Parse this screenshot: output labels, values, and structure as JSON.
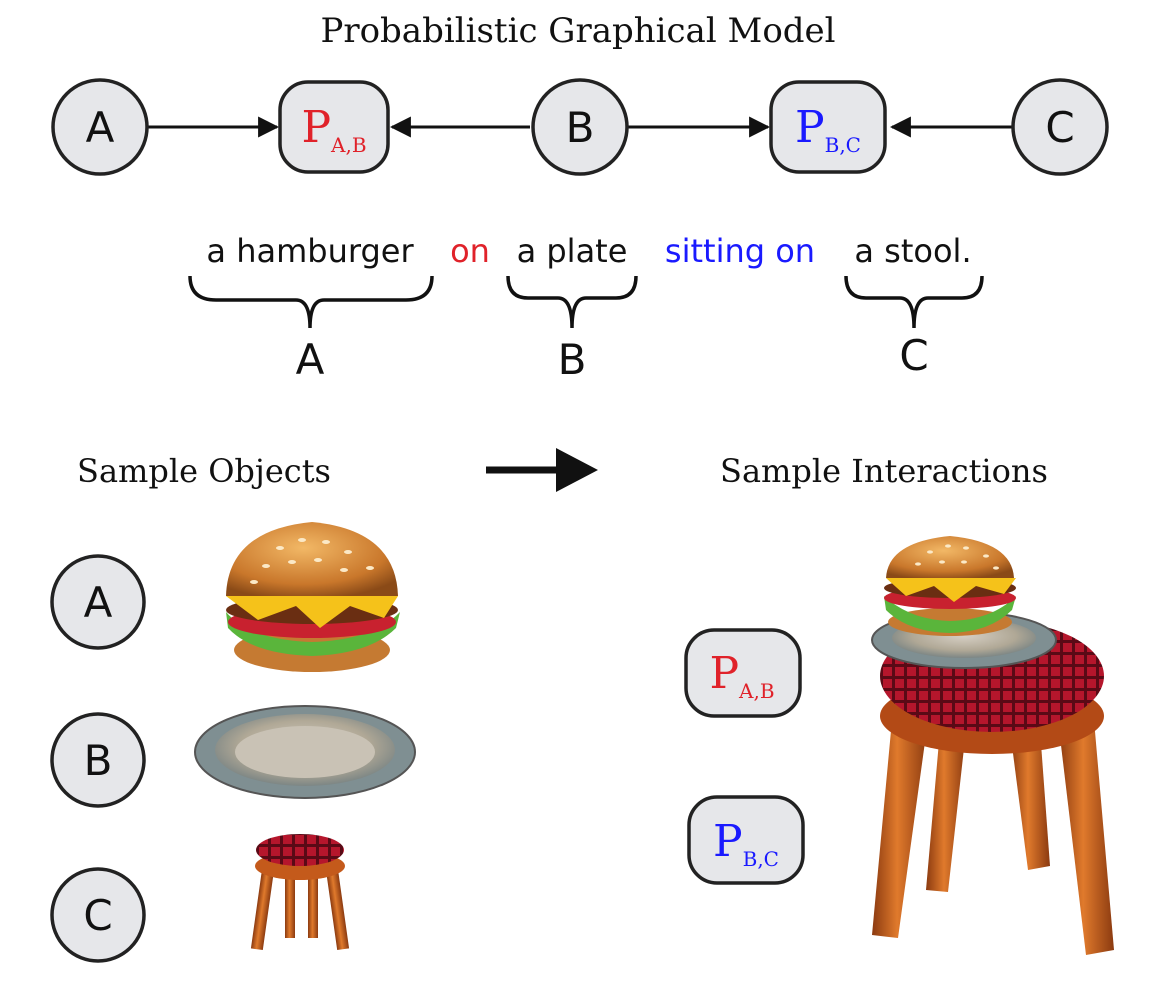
{
  "title": "Probabilistic Graphical Model",
  "graph": {
    "node_a": "A",
    "node_b": "B",
    "node_c": "C",
    "factor_ab": {
      "main": "P",
      "sub": "A,B"
    },
    "factor_bc": {
      "main": "P",
      "sub": "B,C"
    }
  },
  "sentence": {
    "part_a": "a hamburger",
    "rel_ab": "on",
    "part_b": "a plate",
    "rel_bc": "sitting on",
    "part_c": "a stool."
  },
  "brace_labels": {
    "a": "A",
    "b": "B",
    "c": "C"
  },
  "sample_objects": {
    "heading": "Sample Objects",
    "items": [
      {
        "label": "A",
        "object": "hamburger"
      },
      {
        "label": "B",
        "object": "plate"
      },
      {
        "label": "C",
        "object": "stool"
      }
    ]
  },
  "sample_interactions": {
    "heading": "Sample Interactions",
    "factor_ab": {
      "main": "P",
      "sub": "A,B"
    },
    "factor_bc": {
      "main": "P",
      "sub": "B,C"
    }
  },
  "colors": {
    "node_fill": "#e6e7ea",
    "stroke": "#222222",
    "relation_ab": "#e0222a",
    "relation_bc": "#1a1aff"
  }
}
